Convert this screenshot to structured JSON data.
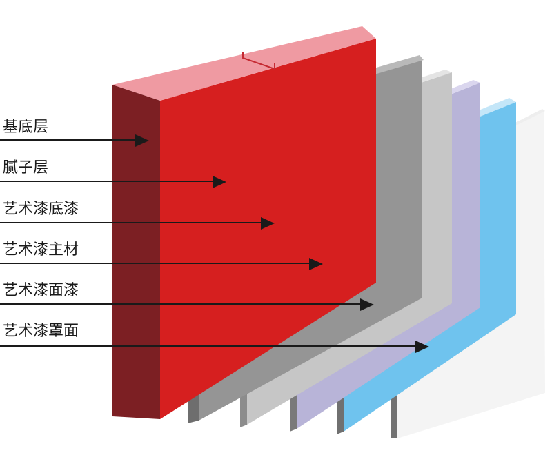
{
  "layers": [
    {
      "label": "基底层",
      "front": "#d61f1f",
      "side": "#7c1f23",
      "top": "#ef9aa2"
    },
    {
      "label": "腻子层",
      "front": "#959595",
      "side": "#6e6e6e",
      "top": "#b9b9b9"
    },
    {
      "label": "艺术漆底漆",
      "front": "#c6c6c6",
      "side": "#8c8c8c",
      "top": "#e4e4e4"
    },
    {
      "label": "艺术漆主材",
      "front": "#b8b4d8",
      "side": "#7a7a7a",
      "top": "#dad6ee"
    },
    {
      "label": "艺术漆面漆",
      "front": "#6fc3ee",
      "side": "#707070",
      "top": "#c4e6f8"
    },
    {
      "label": "艺术漆罩面",
      "front": "#a9d4f0",
      "side": "#727272",
      "top": "#eeeeee",
      "back": "#f4f4f4"
    }
  ],
  "colors": {
    "arrow": "#1a1a1a",
    "label": "#1a1a1a"
  }
}
